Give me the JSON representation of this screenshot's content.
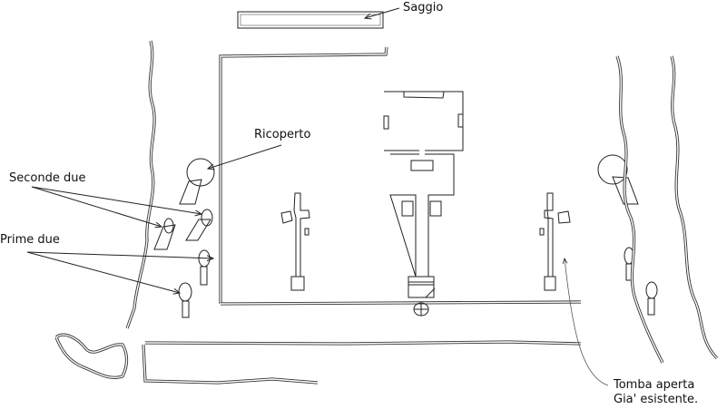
{
  "labels": {
    "saggio": "Saggio",
    "ricoperto": "Ricoperto",
    "seconde_due": "Seconde due",
    "prime_due": "Prime due",
    "tomba_aperta_line1": "Tomba aperta",
    "tomba_aperta_line2": "Gia' esistente."
  }
}
